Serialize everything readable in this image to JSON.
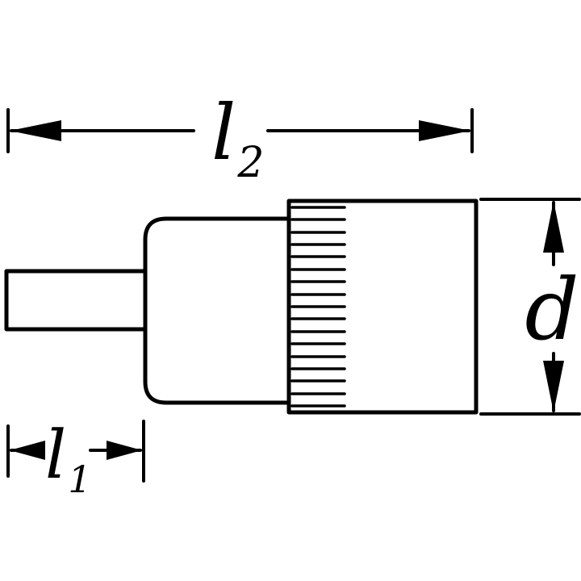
{
  "colors": {
    "line": "#000000",
    "background": "#ffffff"
  },
  "dimensions": {
    "l2": {
      "symbol": "l",
      "subscript": "2"
    },
    "l1": {
      "symbol": "l",
      "subscript": "1"
    },
    "d": {
      "symbol": "d"
    }
  }
}
